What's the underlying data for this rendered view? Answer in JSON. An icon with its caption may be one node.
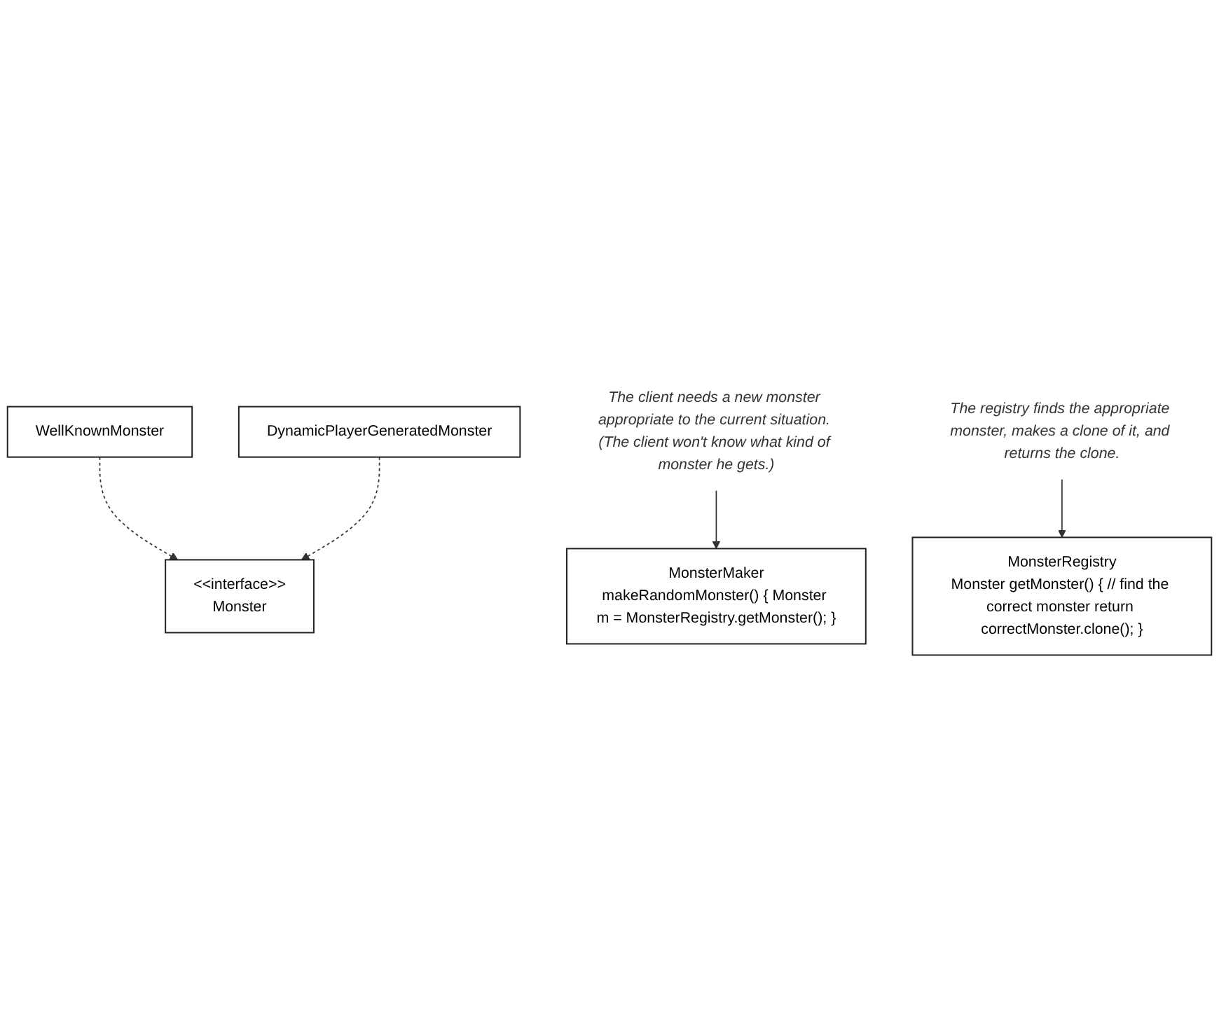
{
  "diagram": {
    "nodes": [
      {
        "text": [
          "<<interface>>",
          "Monster"
        ]
      },
      {
        "text": [
          "WellKnownMonster"
        ]
      },
      {
        "text": [
          "DynamicPlayerGeneratedMonster"
        ]
      },
      {
        "text": [
          "MonsterMaker",
          "makeRandomMonster() { Monster m = MonsterRegistry.getMonster(); }"
        ]
      },
      {
        "text": [
          "The client needs a new monster appropriate to the current situation. (The client won't know what kind of monster he gets.)"
        ]
      },
      {
        "text": [
          "MonsterRegistry",
          "Monster getMonster() { // find the correct monster return correctMonster.clone(); }"
        ]
      },
      {
        "text": [
          "The registry finds the appropriate monster, makes a clone of it, and returns the clone."
        ]
      }
    ],
    "edges": [
      {
        "from": 1,
        "to": 0,
        "arrow": "to",
        "style": "dashed"
      },
      {
        "from": 2,
        "to": 0,
        "arrow": "to",
        "style": "dashed"
      },
      {
        "from": 4,
        "to": 3,
        "arrow": "to"
      },
      {
        "from": 6,
        "to": 5,
        "arrow": "to"
      }
    ]
  }
}
